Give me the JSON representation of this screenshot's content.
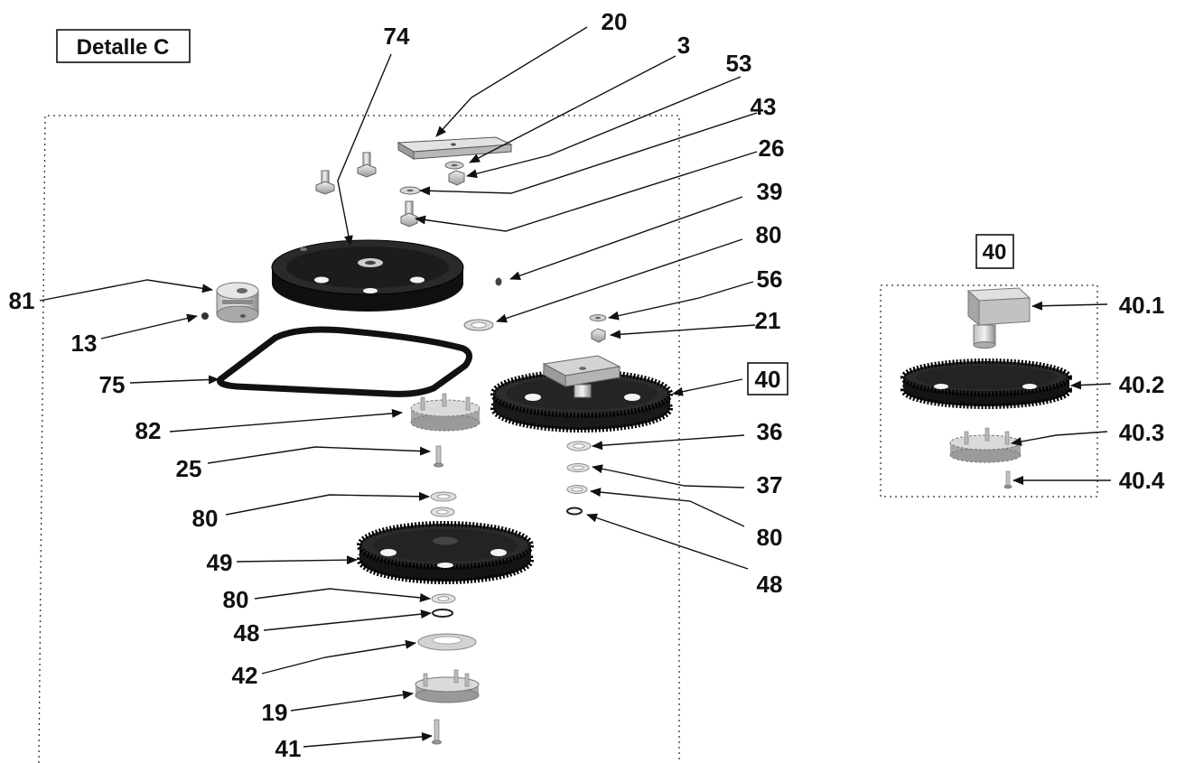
{
  "title": "Detalle C",
  "sub_detail_title": "40",
  "labels": {
    "l20": "20",
    "l3": "3",
    "l53": "53",
    "l43": "43",
    "l26": "26",
    "l39": "39",
    "l80a": "80",
    "l56": "56",
    "l21": "21",
    "l40": "40",
    "l36": "36",
    "l37": "37",
    "l80b": "80",
    "l48a": "48",
    "l74": "74",
    "l81": "81",
    "l13": "13",
    "l75": "75",
    "l82": "82",
    "l25": "25",
    "l80c": "80",
    "l49": "49",
    "l80d": "80",
    "l48b": "48",
    "l42": "42",
    "l19": "19",
    "l41": "41",
    "l40_1": "40.1",
    "l40_2": "40.2",
    "l40_3": "40.3",
    "l40_4": "40.4"
  }
}
